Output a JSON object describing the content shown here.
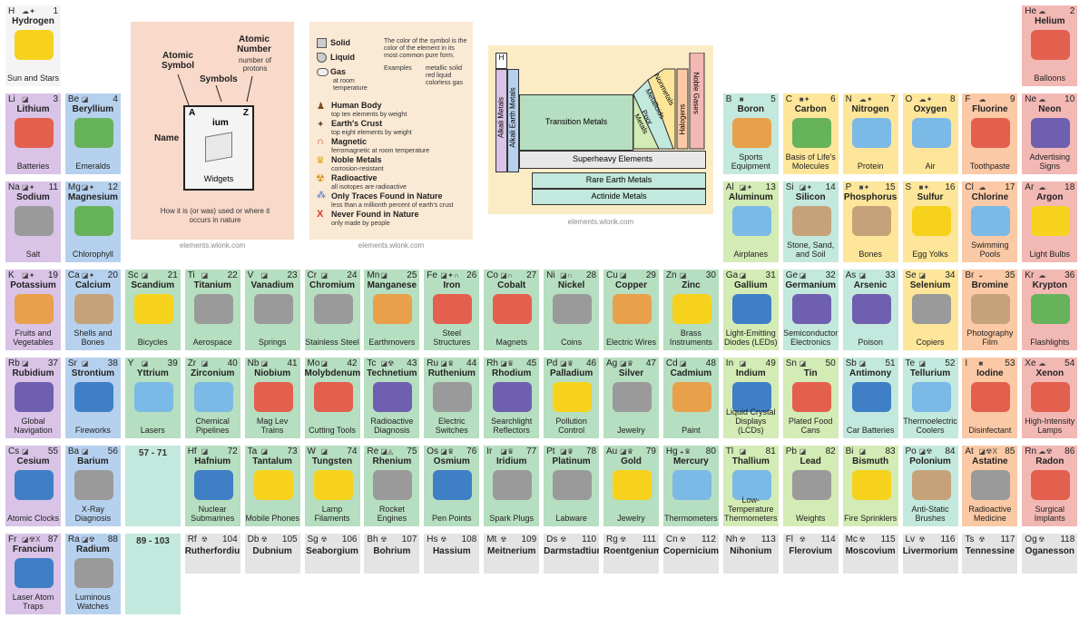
{
  "footer_text": "elements.wlonk.com",
  "key": {
    "atomic_symbol": "Atomic Symbol",
    "atomic_number": "Atomic Number",
    "atomic_number_note": "number of protons",
    "symbols": "Symbols",
    "name": "Name",
    "box_symbol": "A",
    "box_number": "Z",
    "box_suffix": "ium",
    "widgets": "Widgets",
    "note": "How it is (or was) used or where it occurs in nature"
  },
  "legend": {
    "solid": "Solid",
    "liquid": "Liquid",
    "gas": "Gas",
    "at_room": "at room temperature",
    "color_note": "The color of the symbol is the color of the element in its most common pure form.",
    "examples": "Examples",
    "ex1": "metallic solid",
    "ex2": "red liquid",
    "ex3": "colorless gas",
    "human": "Human Body",
    "human_sub": "top ten elements by weight",
    "crust": "Earth's Crust",
    "crust_sub": "top eight elements by weight",
    "magnetic": "Magnetic",
    "magnetic_sub": "ferromagnetic at room temperature",
    "noble": "Noble Metals",
    "noble_sub": "corrosion-resistant",
    "radio": "Radioactive",
    "radio_sub": "all isotopes are radioactive",
    "traces": "Only Traces Found in Nature",
    "traces_sub": "less than a millionth percent of earth's crust",
    "never": "Never Found in Nature",
    "never_sub": "only made by people"
  },
  "mini": {
    "h": "H",
    "alkali": "Alkali Metals",
    "alkali_earth": "Alkali Earth Metals",
    "transition": "Transition Metals",
    "poor": "Poor Metals",
    "metalloids": "Metalloids",
    "nonmetals": "Nonmetals",
    "halogens": "Halogens",
    "noble": "Noble Gases",
    "superheavy": "Superheavy Elements",
    "rare": "Rare Earth Metals",
    "actinide": "Actinide Metals"
  },
  "gaps": {
    "lan": "57 - 71",
    "act": "89 - 103"
  },
  "elements": [
    {
      "col": 1,
      "row": 1,
      "sym": "H",
      "num": "1",
      "name": "Hydrogen",
      "use": "Sun and Stars",
      "cat": "h",
      "icons": "☁ ✦",
      "pic": "p1"
    },
    {
      "col": 18,
      "row": 1,
      "sym": "He",
      "num": "2",
      "name": "Helium",
      "use": "Balloons",
      "cat": "nob",
      "icons": "☁",
      "pic": "p4"
    },
    {
      "col": 1,
      "row": 2,
      "sym": "Li",
      "num": "3",
      "name": "Lithium",
      "use": "Batteries",
      "cat": "alk",
      "icons": "◪",
      "pic": "p4"
    },
    {
      "col": 2,
      "row": 2,
      "sym": "Be",
      "num": "4",
      "name": "Beryllium",
      "use": "Emeralds",
      "cat": "ale",
      "icons": "◪",
      "pic": "p5"
    },
    {
      "col": 13,
      "row": 2,
      "sym": "B",
      "num": "5",
      "name": "Boron",
      "use": "Sports Equipment",
      "cat": "met",
      "icons": "■",
      "pic": "p8"
    },
    {
      "col": 14,
      "row": 2,
      "sym": "C",
      "num": "6",
      "name": "Carbon",
      "use": "Basis of Life's Molecules",
      "cat": "non",
      "icons": "■ ✦",
      "pic": "p5"
    },
    {
      "col": 15,
      "row": 2,
      "sym": "N",
      "num": "7",
      "name": "Nitrogen",
      "use": "Protein",
      "cat": "non",
      "icons": "☁ ✦",
      "pic": "p2"
    },
    {
      "col": 16,
      "row": 2,
      "sym": "O",
      "num": "8",
      "name": "Oxygen",
      "use": "Air",
      "cat": "non",
      "icons": "☁ ✦",
      "pic": "p2"
    },
    {
      "col": 17,
      "row": 2,
      "sym": "F",
      "num": "9",
      "name": "Fluorine",
      "use": "Toothpaste",
      "cat": "hal",
      "icons": "☁",
      "pic": "p4"
    },
    {
      "col": 18,
      "row": 2,
      "sym": "Ne",
      "num": "10",
      "name": "Neon",
      "use": "Advertising Signs",
      "cat": "nob",
      "icons": "☁",
      "pic": "p7"
    },
    {
      "col": 1,
      "row": 3,
      "sym": "Na",
      "num": "11",
      "name": "Sodium",
      "use": "Salt",
      "cat": "alk",
      "icons": "◪ ✦",
      "pic": "p6"
    },
    {
      "col": 2,
      "row": 3,
      "sym": "Mg",
      "num": "12",
      "name": "Magnesium",
      "use": "Chlorophyll",
      "cat": "ale",
      "icons": "◪ ✦",
      "pic": "p5"
    },
    {
      "col": 13,
      "row": 3,
      "sym": "Al",
      "num": "13",
      "name": "Aluminum",
      "use": "Airplanes",
      "cat": "poo",
      "icons": "◪ ✦",
      "pic": "p2"
    },
    {
      "col": 14,
      "row": 3,
      "sym": "Si",
      "num": "14",
      "name": "Silicon",
      "use": "Stone, Sand, and Soil",
      "cat": "met",
      "icons": "◪ ✦",
      "pic": "p3"
    },
    {
      "col": 15,
      "row": 3,
      "sym": "P",
      "num": "15",
      "name": "Phosphorus",
      "use": "Bones",
      "cat": "non",
      "icons": "■ ✦",
      "pic": "p3"
    },
    {
      "col": 16,
      "row": 3,
      "sym": "S",
      "num": "16",
      "name": "Sulfur",
      "use": "Egg Yolks",
      "cat": "non",
      "icons": "■ ✦",
      "pic": "p1"
    },
    {
      "col": 17,
      "row": 3,
      "sym": "Cl",
      "num": "17",
      "name": "Chlorine",
      "use": "Swimming Pools",
      "cat": "hal",
      "icons": "☁",
      "pic": "p2"
    },
    {
      "col": 18,
      "row": 3,
      "sym": "Ar",
      "num": "18",
      "name": "Argon",
      "use": "Light Bulbs",
      "cat": "nob",
      "icons": "☁",
      "pic": "p1"
    },
    {
      "col": 1,
      "row": 4,
      "sym": "K",
      "num": "19",
      "name": "Potassium",
      "use": "Fruits and Vegetables",
      "cat": "alk",
      "icons": "◪ ✦",
      "pic": "p8"
    },
    {
      "col": 2,
      "row": 4,
      "sym": "Ca",
      "num": "20",
      "name": "Calcium",
      "use": "Shells and Bones",
      "cat": "ale",
      "icons": "◪ ✦",
      "pic": "p3"
    },
    {
      "col": 3,
      "row": 4,
      "sym": "Sc",
      "num": "21",
      "name": "Scandium",
      "use": "Bicycles",
      "cat": "tra",
      "icons": "◪",
      "pic": "p1"
    },
    {
      "col": 4,
      "row": 4,
      "sym": "Ti",
      "num": "22",
      "name": "Titanium",
      "use": "Aerospace",
      "cat": "tra",
      "icons": "◪",
      "pic": "p6"
    },
    {
      "col": 5,
      "row": 4,
      "sym": "V",
      "num": "23",
      "name": "Vanadium",
      "use": "Springs",
      "cat": "tra",
      "icons": "◪",
      "pic": "p6"
    },
    {
      "col": 6,
      "row": 4,
      "sym": "Cr",
      "num": "24",
      "name": "Chromium",
      "use": "Stainless Steel",
      "cat": "tra",
      "icons": "◪",
      "pic": "p6"
    },
    {
      "col": 7,
      "row": 4,
      "sym": "Mn",
      "num": "25",
      "name": "Manganese",
      "use": "Earthmovers",
      "cat": "tra",
      "icons": "◪",
      "pic": "p8"
    },
    {
      "col": 8,
      "row": 4,
      "sym": "Fe",
      "num": "26",
      "name": "Iron",
      "use": "Steel Structures",
      "cat": "tra",
      "icons": "◪ ✦ ∩",
      "pic": "p4"
    },
    {
      "col": 9,
      "row": 4,
      "sym": "Co",
      "num": "27",
      "name": "Cobalt",
      "use": "Magnets",
      "cat": "tra",
      "icons": "◪ ∩",
      "pic": "p4"
    },
    {
      "col": 10,
      "row": 4,
      "sym": "Ni",
      "num": "28",
      "name": "Nickel",
      "use": "Coins",
      "cat": "tra",
      "icons": "◪ ∩",
      "pic": "p6"
    },
    {
      "col": 11,
      "row": 4,
      "sym": "Cu",
      "num": "29",
      "name": "Copper",
      "use": "Electric Wires",
      "cat": "tra",
      "icons": "◪",
      "pic": "p8"
    },
    {
      "col": 12,
      "row": 4,
      "sym": "Zn",
      "num": "30",
      "name": "Zinc",
      "use": "Brass Instruments",
      "cat": "tra",
      "icons": "◪",
      "pic": "p1"
    },
    {
      "col": 13,
      "row": 4,
      "sym": "Ga",
      "num": "31",
      "name": "Gallium",
      "use": "Light-Emitting Diodes (LEDs)",
      "cat": "poo",
      "icons": "◪",
      "pic": "p9"
    },
    {
      "col": 14,
      "row": 4,
      "sym": "Ge",
      "num": "32",
      "name": "Germanium",
      "use": "Semiconductor Electronics",
      "cat": "met",
      "icons": "◪",
      "pic": "p7"
    },
    {
      "col": 15,
      "row": 4,
      "sym": "As",
      "num": "33",
      "name": "Arsenic",
      "use": "Poison",
      "cat": "met",
      "icons": "◪",
      "pic": "p7"
    },
    {
      "col": 16,
      "row": 4,
      "sym": "Se",
      "num": "34",
      "name": "Selenium",
      "use": "Copiers",
      "cat": "non",
      "icons": "◪",
      "pic": "p6"
    },
    {
      "col": 17,
      "row": 4,
      "sym": "Br",
      "num": "35",
      "name": "Bromine",
      "use": "Photography Film",
      "cat": "hal",
      "icons": "◒",
      "pic": "p3"
    },
    {
      "col": 18,
      "row": 4,
      "sym": "Kr",
      "num": "36",
      "name": "Krypton",
      "use": "Flashlights",
      "cat": "nob",
      "icons": "☁",
      "pic": "p5"
    },
    {
      "col": 1,
      "row": 5,
      "sym": "Rb",
      "num": "37",
      "name": "Rubidium",
      "use": "Global Navigation",
      "cat": "alk",
      "icons": "◪",
      "pic": "p7"
    },
    {
      "col": 2,
      "row": 5,
      "sym": "Sr",
      "num": "38",
      "name": "Strontium",
      "use": "Fireworks",
      "cat": "ale",
      "icons": "◪",
      "pic": "p9"
    },
    {
      "col": 3,
      "row": 5,
      "sym": "Y",
      "num": "39",
      "name": "Yttrium",
      "use": "Lasers",
      "cat": "tra",
      "icons": "◪",
      "pic": "p2"
    },
    {
      "col": 4,
      "row": 5,
      "sym": "Zr",
      "num": "40",
      "name": "Zirconium",
      "use": "Chemical Pipelines",
      "cat": "tra",
      "icons": "◪",
      "pic": "p2"
    },
    {
      "col": 5,
      "row": 5,
      "sym": "Nb",
      "num": "41",
      "name": "Niobium",
      "use": "Mag Lev Trains",
      "cat": "tra",
      "icons": "◪",
      "pic": "p4"
    },
    {
      "col": 6,
      "row": 5,
      "sym": "Mo",
      "num": "42",
      "name": "Molybdenum",
      "use": "Cutting Tools",
      "cat": "tra",
      "icons": "◪",
      "pic": "p4"
    },
    {
      "col": 7,
      "row": 5,
      "sym": "Tc",
      "num": "43",
      "name": "Technetium",
      "use": "Radioactive Diagnosis",
      "cat": "tra",
      "icons": "◪ ☢",
      "pic": "p7"
    },
    {
      "col": 8,
      "row": 5,
      "sym": "Ru",
      "num": "44",
      "name": "Ruthenium",
      "use": "Electric Switches",
      "cat": "tra",
      "icons": "◪ ♛",
      "pic": "p6"
    },
    {
      "col": 9,
      "row": 5,
      "sym": "Rh",
      "num": "45",
      "name": "Rhodium",
      "use": "Searchlight Reflectors",
      "cat": "tra",
      "icons": "◪ ♛",
      "pic": "p7"
    },
    {
      "col": 10,
      "row": 5,
      "sym": "Pd",
      "num": "46",
      "name": "Palladium",
      "use": "Pollution Control",
      "cat": "tra",
      "icons": "◪ ♛",
      "pic": "p1"
    },
    {
      "col": 11,
      "row": 5,
      "sym": "Ag",
      "num": "47",
      "name": "Silver",
      "use": "Jewelry",
      "cat": "tra",
      "icons": "◪ ♛",
      "pic": "p6"
    },
    {
      "col": 12,
      "row": 5,
      "sym": "Cd",
      "num": "48",
      "name": "Cadmium",
      "use": "Paint",
      "cat": "tra",
      "icons": "◪",
      "pic": "p8"
    },
    {
      "col": 13,
      "row": 5,
      "sym": "In",
      "num": "49",
      "name": "Indium",
      "use": "Liquid Crystal Displays (LCDs)",
      "cat": "poo",
      "icons": "◪",
      "pic": "p9"
    },
    {
      "col": 14,
      "row": 5,
      "sym": "Sn",
      "num": "50",
      "name": "Tin",
      "use": "Plated Food Cans",
      "cat": "poo",
      "icons": "◪",
      "pic": "p4"
    },
    {
      "col": 15,
      "row": 5,
      "sym": "Sb",
      "num": "51",
      "name": "Antimony",
      "use": "Car Batteries",
      "cat": "met",
      "icons": "◪",
      "pic": "p9"
    },
    {
      "col": 16,
      "row": 5,
      "sym": "Te",
      "num": "52",
      "name": "Tellurium",
      "use": "Thermoelectric Coolers",
      "cat": "met",
      "icons": "◪",
      "pic": "p2"
    },
    {
      "col": 17,
      "row": 5,
      "sym": "I",
      "num": "53",
      "name": "Iodine",
      "use": "Disinfectant",
      "cat": "hal",
      "icons": "■",
      "pic": "p4"
    },
    {
      "col": 18,
      "row": 5,
      "sym": "Xe",
      "num": "54",
      "name": "Xenon",
      "use": "High-Intensity Lamps",
      "cat": "nob",
      "icons": "☁",
      "pic": "p4"
    },
    {
      "col": 1,
      "row": 6,
      "sym": "Cs",
      "num": "55",
      "name": "Cesium",
      "use": "Atomic Clocks",
      "cat": "alk",
      "icons": "◪",
      "pic": "p9"
    },
    {
      "col": 2,
      "row": 6,
      "sym": "Ba",
      "num": "56",
      "name": "Barium",
      "use": "X-Ray Diagnosis",
      "cat": "ale",
      "icons": "◪",
      "pic": "p6"
    },
    {
      "col": 4,
      "row": 6,
      "sym": "Hf",
      "num": "72",
      "name": "Hafnium",
      "use": "Nuclear Submarines",
      "cat": "tra",
      "icons": "◪",
      "pic": "p9"
    },
    {
      "col": 5,
      "row": 6,
      "sym": "Ta",
      "num": "73",
      "name": "Tantalum",
      "use": "Mobile Phones",
      "cat": "tra",
      "icons": "◪",
      "pic": "p1"
    },
    {
      "col": 6,
      "row": 6,
      "sym": "W",
      "num": "74",
      "name": "Tungsten",
      "use": "Lamp Filaments",
      "cat": "tra",
      "icons": "◪",
      "pic": "p1"
    },
    {
      "col": 7,
      "row": 6,
      "sym": "Re",
      "num": "75",
      "name": "Rhenium",
      "use": "Rocket Engines",
      "cat": "tra",
      "icons": "◪ ◬",
      "pic": "p6"
    },
    {
      "col": 8,
      "row": 6,
      "sym": "Os",
      "num": "76",
      "name": "Osmium",
      "use": "Pen Points",
      "cat": "tra",
      "icons": "◪ ♛",
      "pic": "p9"
    },
    {
      "col": 9,
      "row": 6,
      "sym": "Ir",
      "num": "77",
      "name": "Iridium",
      "use": "Spark Plugs",
      "cat": "tra",
      "icons": "◪ ♛",
      "pic": "p6"
    },
    {
      "col": 10,
      "row": 6,
      "sym": "Pt",
      "num": "78",
      "name": "Platinum",
      "use": "Labware",
      "cat": "tra",
      "icons": "◪ ♛",
      "pic": "p6"
    },
    {
      "col": 11,
      "row": 6,
      "sym": "Au",
      "num": "79",
      "name": "Gold",
      "use": "Jewelry",
      "cat": "tra",
      "icons": "◪ ♛",
      "pic": "p1"
    },
    {
      "col": 12,
      "row": 6,
      "sym": "Hg",
      "num": "80",
      "name": "Mercury",
      "use": "Thermometers",
      "cat": "tra",
      "icons": "◒ ♛",
      "pic": "p2"
    },
    {
      "col": 13,
      "row": 6,
      "sym": "Tl",
      "num": "81",
      "name": "Thallium",
      "use": "Low-Temperature Thermometers",
      "cat": "poo",
      "icons": "◪",
      "pic": "p2"
    },
    {
      "col": 14,
      "row": 6,
      "sym": "Pb",
      "num": "82",
      "name": "Lead",
      "use": "Weights",
      "cat": "poo",
      "icons": "◪",
      "pic": "p6"
    },
    {
      "col": 15,
      "row": 6,
      "sym": "Bi",
      "num": "83",
      "name": "Bismuth",
      "use": "Fire Sprinklers",
      "cat": "poo",
      "icons": "◪",
      "pic": "p1"
    },
    {
      "col": 16,
      "row": 6,
      "sym": "Po",
      "num": "84",
      "name": "Polonium",
      "use": "Anti-Static Brushes",
      "cat": "met",
      "icons": "◪ ☢",
      "pic": "p3"
    },
    {
      "col": 17,
      "row": 6,
      "sym": "At",
      "num": "85",
      "name": "Astatine",
      "use": "Radioactive Medicine",
      "cat": "hal",
      "icons": "◪ ☢ X",
      "pic": "p6"
    },
    {
      "col": 18,
      "row": 6,
      "sym": "Rn",
      "num": "86",
      "name": "Radon",
      "use": "Surgical Implants",
      "cat": "nob",
      "icons": "☁ ☢",
      "pic": "p4"
    },
    {
      "col": 1,
      "row": 7,
      "sym": "Fr",
      "num": "87",
      "name": "Francium",
      "use": "Laser Atom Traps",
      "cat": "alk",
      "icons": "◪ ☢ X",
      "pic": "p9"
    },
    {
      "col": 2,
      "row": 7,
      "sym": "Ra",
      "num": "88",
      "name": "Radium",
      "use": "Luminous Watches",
      "cat": "ale",
      "icons": "◪ ☢",
      "pic": "p6"
    },
    {
      "col": 4,
      "row": 7,
      "sym": "Rf",
      "num": "104",
      "name": "Rutherfordium",
      "use": "",
      "cat": "unk",
      "icons": "☢",
      "pic": ""
    },
    {
      "col": 5,
      "row": 7,
      "sym": "Db",
      "num": "105",
      "name": "Dubnium",
      "use": "",
      "cat": "unk",
      "icons": "☢",
      "pic": ""
    },
    {
      "col": 6,
      "row": 7,
      "sym": "Sg",
      "num": "106",
      "name": "Seaborgium",
      "use": "",
      "cat": "unk",
      "icons": "☢",
      "pic": ""
    },
    {
      "col": 7,
      "row": 7,
      "sym": "Bh",
      "num": "107",
      "name": "Bohrium",
      "use": "",
      "cat": "unk",
      "icons": "☢",
      "pic": ""
    },
    {
      "col": 8,
      "row": 7,
      "sym": "Hs",
      "num": "108",
      "name": "Hassium",
      "use": "",
      "cat": "unk",
      "icons": "☢",
      "pic": ""
    },
    {
      "col": 9,
      "row": 7,
      "sym": "Mt",
      "num": "109",
      "name": "Meitnerium",
      "use": "",
      "cat": "unk",
      "icons": "☢",
      "pic": ""
    },
    {
      "col": 10,
      "row": 7,
      "sym": "Ds",
      "num": "110",
      "name": "Darmstadtium",
      "use": "",
      "cat": "unk",
      "icons": "☢",
      "pic": ""
    },
    {
      "col": 11,
      "row": 7,
      "sym": "Rg",
      "num": "111",
      "name": "Roentgenium",
      "use": "",
      "cat": "unk",
      "icons": "☢",
      "pic": ""
    },
    {
      "col": 12,
      "row": 7,
      "sym": "Cn",
      "num": "112",
      "name": "Copernicium",
      "use": "",
      "cat": "unk",
      "icons": "☢",
      "pic": ""
    },
    {
      "col": 13,
      "row": 7,
      "sym": "Nh",
      "num": "113",
      "name": "Nihonium",
      "use": "",
      "cat": "unk",
      "icons": "☢",
      "pic": ""
    },
    {
      "col": 14,
      "row": 7,
      "sym": "Fl",
      "num": "114",
      "name": "Flerovium",
      "use": "",
      "cat": "unk",
      "icons": "☢",
      "pic": ""
    },
    {
      "col": 15,
      "row": 7,
      "sym": "Mc",
      "num": "115",
      "name": "Moscovium",
      "use": "",
      "cat": "unk",
      "icons": "☢",
      "pic": ""
    },
    {
      "col": 16,
      "row": 7,
      "sym": "Lv",
      "num": "116",
      "name": "Livermorium",
      "use": "",
      "cat": "unk",
      "icons": "☢",
      "pic": ""
    },
    {
      "col": 17,
      "row": 7,
      "sym": "Ts",
      "num": "117",
      "name": "Tennessine",
      "use": "",
      "cat": "unk",
      "icons": "☢",
      "pic": ""
    },
    {
      "col": 18,
      "row": 7,
      "sym": "Og",
      "num": "118",
      "name": "Oganesson",
      "use": "",
      "cat": "unk",
      "icons": "☢",
      "pic": ""
    }
  ]
}
